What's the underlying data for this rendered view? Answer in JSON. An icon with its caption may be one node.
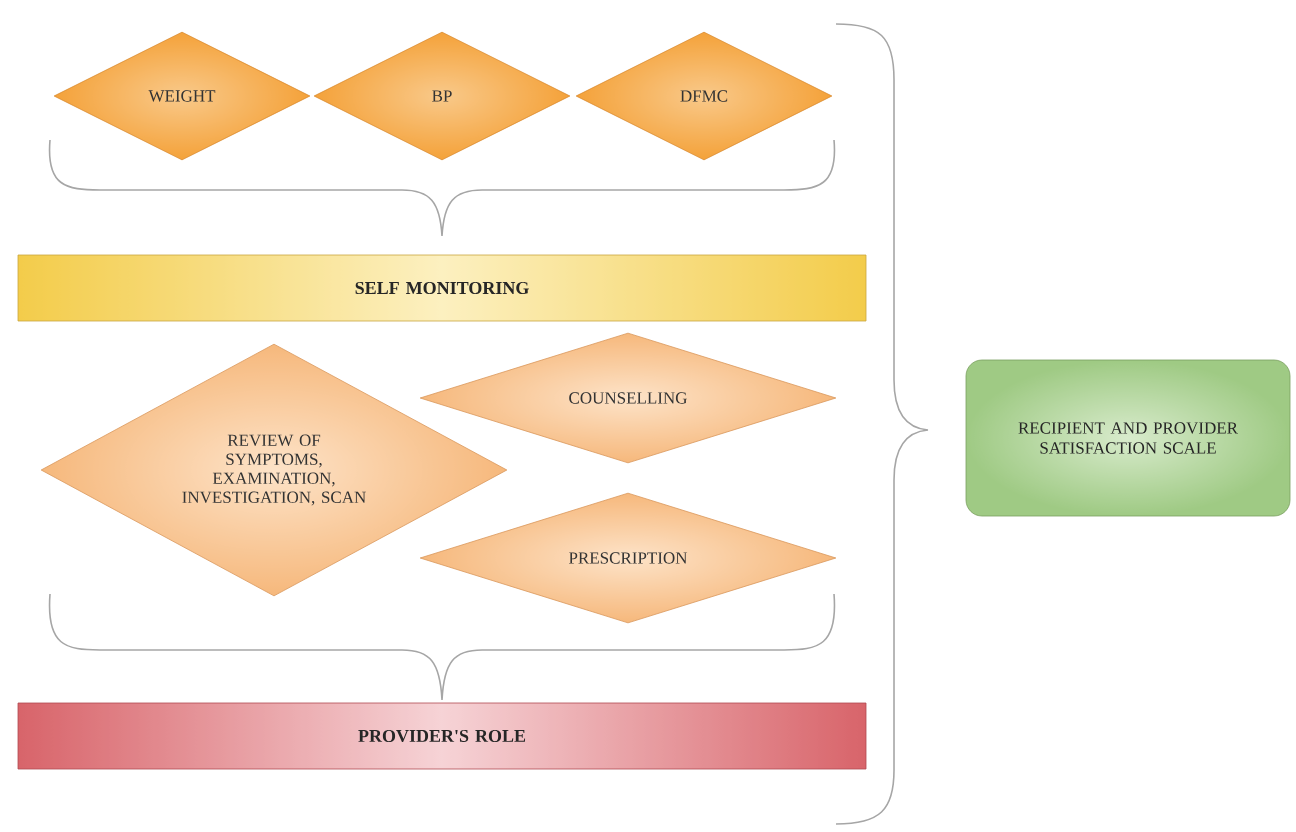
{
  "diagram": {
    "nodes": [
      {
        "text": [
          "WEIGHT"
        ]
      },
      {
        "text": [
          "BP"
        ]
      },
      {
        "text": [
          "DFMC"
        ]
      },
      {
        "text": [
          "SELF MONITORING"
        ]
      },
      {
        "text": [
          "REVIEW OF SYMPTOMS, EXAMINATION, INVESTIGATION, SCAN"
        ]
      },
      {
        "text": [
          "COUNSELLING"
        ]
      },
      {
        "text": [
          "PRESCRIPTION"
        ]
      },
      {
        "text": [
          "PROVIDER'S ROLE"
        ]
      },
      {
        "text": [
          "RECIPIENT AND PROVIDER SATISFACTION SCALE"
        ]
      }
    ]
  }
}
